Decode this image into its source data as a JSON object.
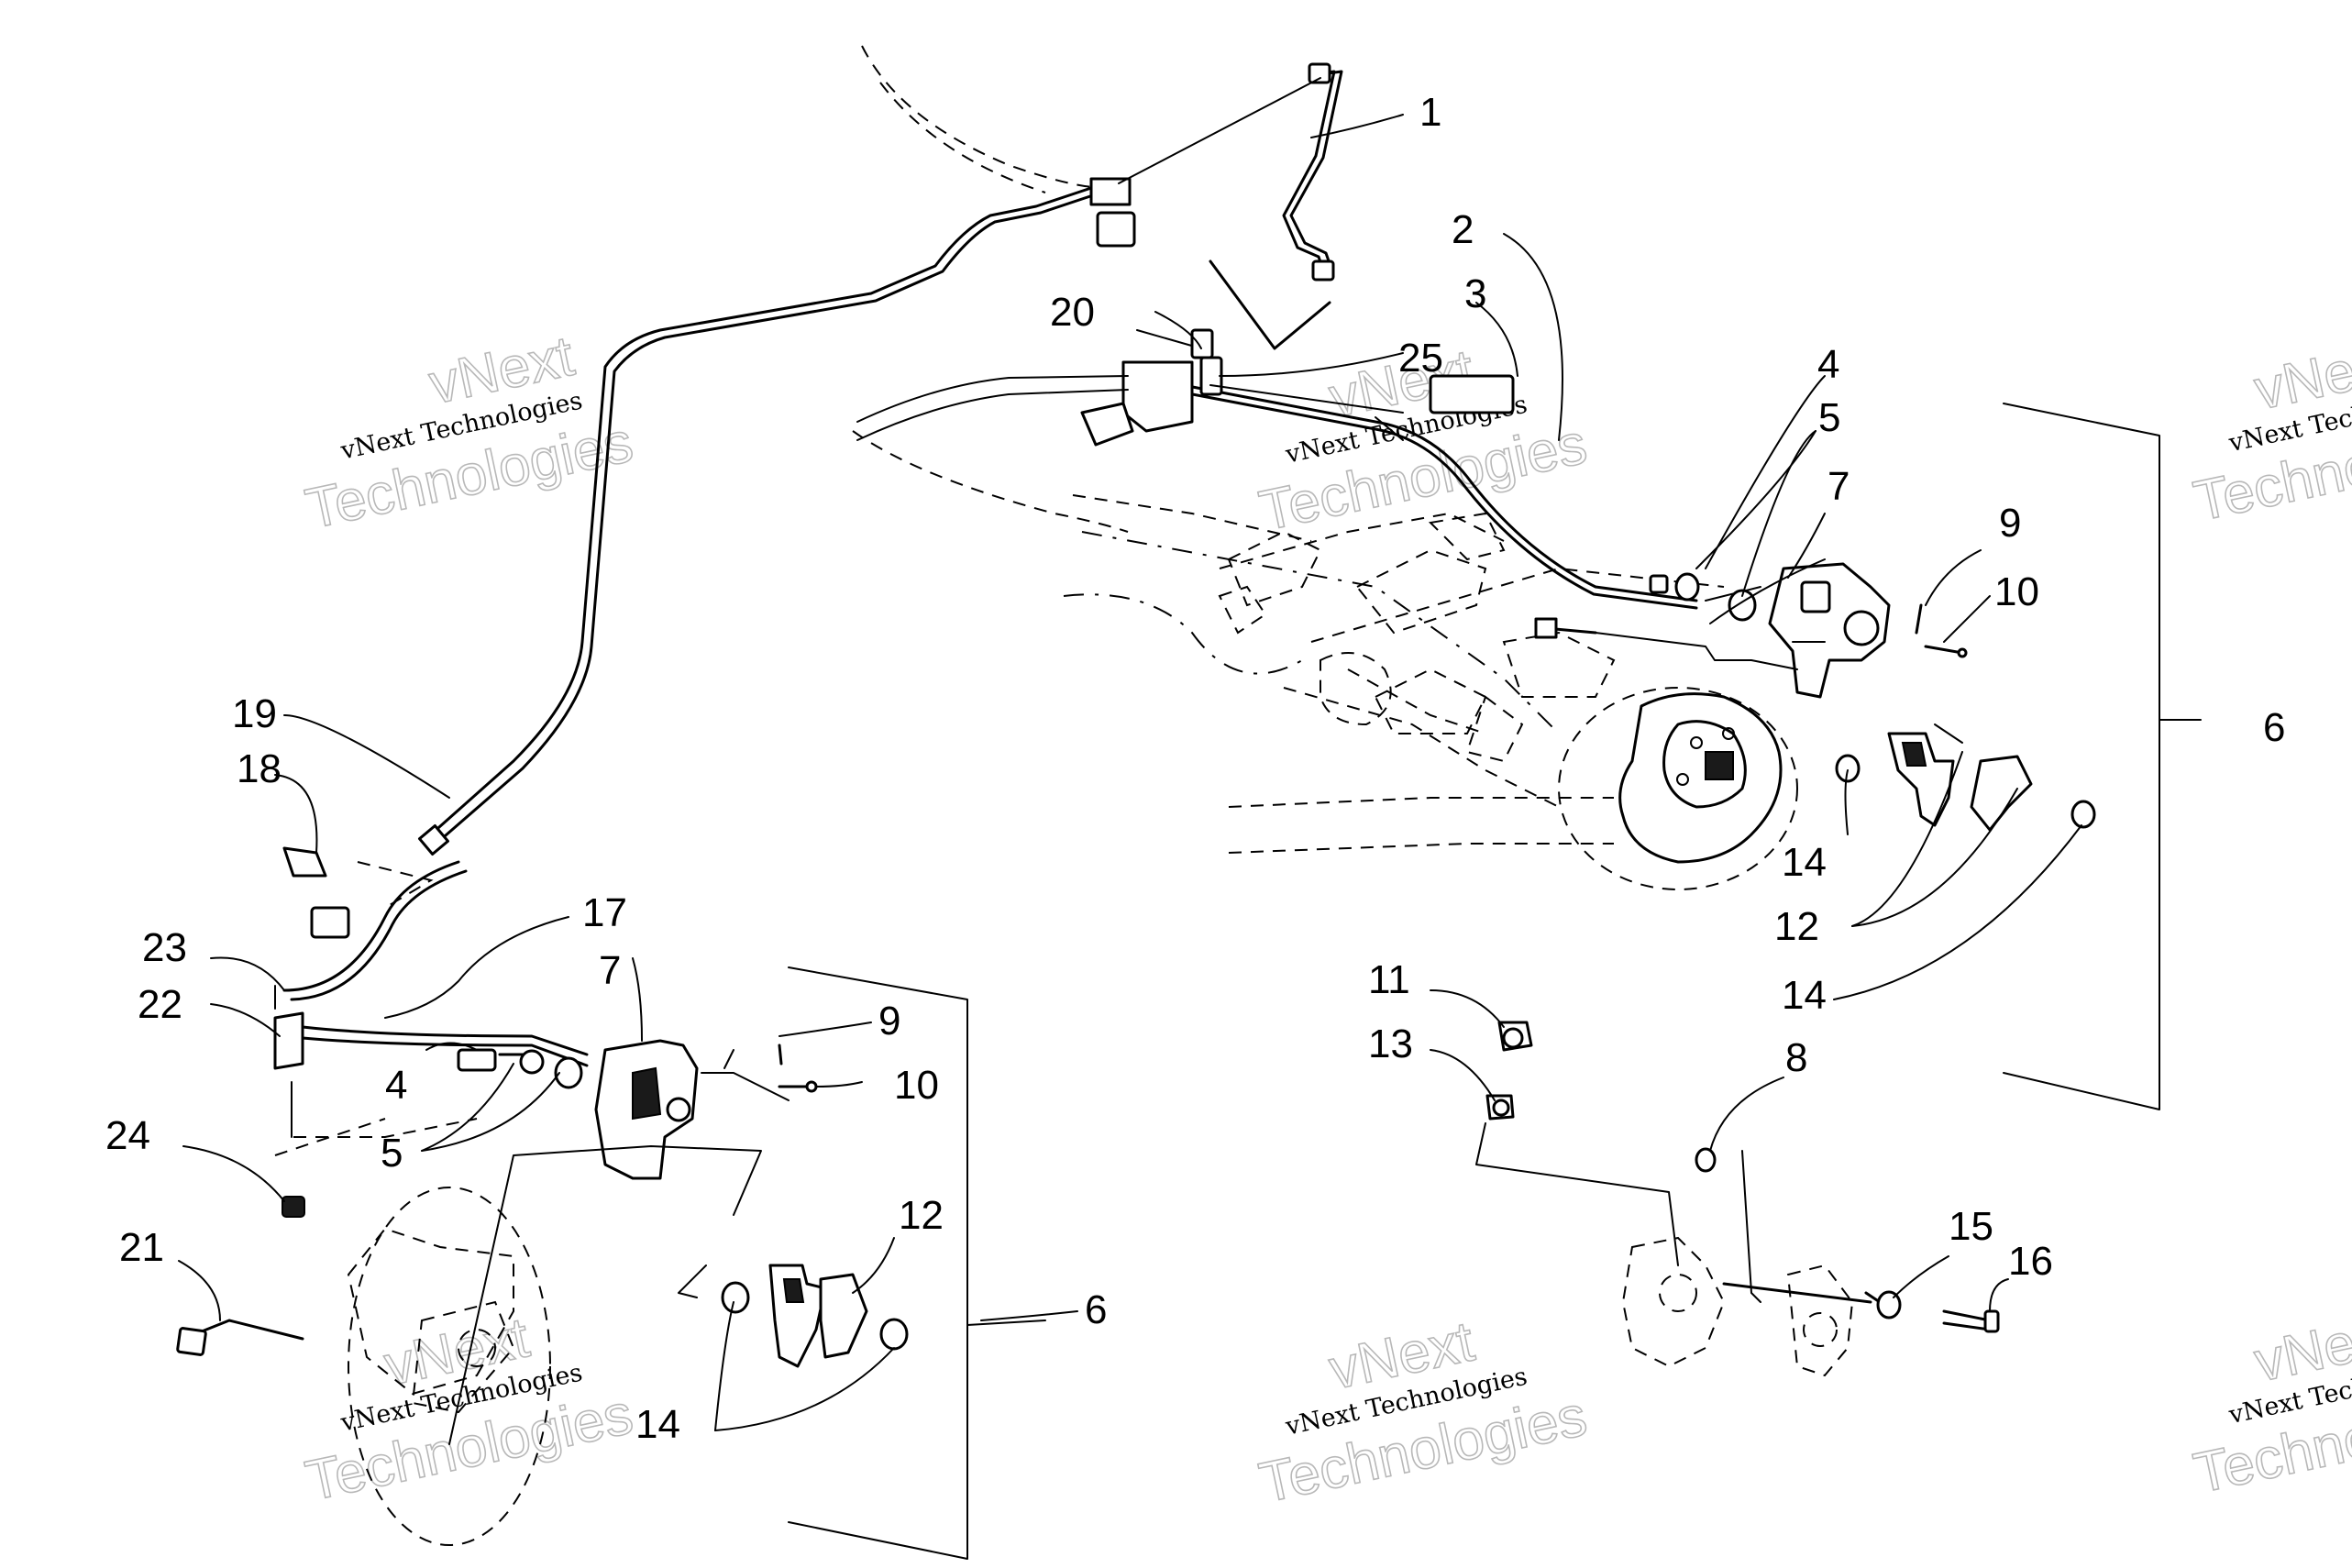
{
  "diagram": {
    "callouts": [
      {
        "id": "c1",
        "label": "1"
      },
      {
        "id": "c2",
        "label": "2"
      },
      {
        "id": "c3",
        "label": "3"
      },
      {
        "id": "c4a",
        "label": "4"
      },
      {
        "id": "c5a",
        "label": "5"
      },
      {
        "id": "c7a",
        "label": "7"
      },
      {
        "id": "c9a",
        "label": "9"
      },
      {
        "id": "c10a",
        "label": "10"
      },
      {
        "id": "c6a",
        "label": "6"
      },
      {
        "id": "c14a",
        "label": "14"
      },
      {
        "id": "c12a",
        "label": "12"
      },
      {
        "id": "c14b",
        "label": "14"
      },
      {
        "id": "c20",
        "label": "20"
      },
      {
        "id": "c25",
        "label": "25"
      },
      {
        "id": "c19",
        "label": "19"
      },
      {
        "id": "c18",
        "label": "18"
      },
      {
        "id": "c17",
        "label": "17"
      },
      {
        "id": "c7b",
        "label": "7"
      },
      {
        "id": "c9b",
        "label": "9"
      },
      {
        "id": "c10b",
        "label": "10"
      },
      {
        "id": "c23",
        "label": "23"
      },
      {
        "id": "c22",
        "label": "22"
      },
      {
        "id": "c4b",
        "label": "4"
      },
      {
        "id": "c5b",
        "label": "5"
      },
      {
        "id": "c24",
        "label": "24"
      },
      {
        "id": "c12b",
        "label": "12"
      },
      {
        "id": "c6b",
        "label": "6"
      },
      {
        "id": "c21",
        "label": "21"
      },
      {
        "id": "c14c",
        "label": "14"
      },
      {
        "id": "c11",
        "label": "11"
      },
      {
        "id": "c13",
        "label": "13"
      },
      {
        "id": "c8",
        "label": "8"
      },
      {
        "id": "c15",
        "label": "15"
      },
      {
        "id": "c16",
        "label": "16"
      }
    ],
    "watermark": {
      "line1": "vNext",
      "line2": "vNext Technologies",
      "line3": "Technologies"
    }
  }
}
